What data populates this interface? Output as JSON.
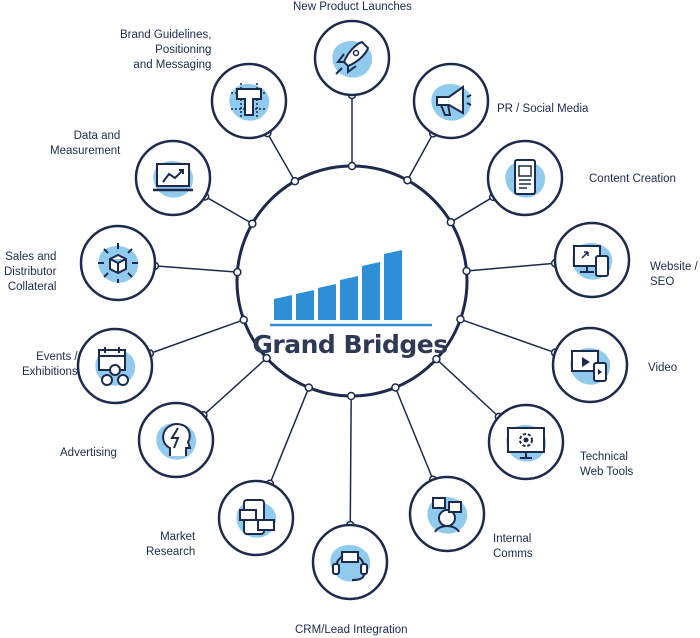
{
  "center": {
    "brand_name": "Grand Bridges",
    "colors": {
      "ring": "#1c2b4d",
      "accent": "#2e8fd6",
      "blob": "#7cc1ea",
      "text": "#2e3a55"
    }
  },
  "services": [
    {
      "id": "new-product-launches",
      "label": "New Product Launches",
      "icon": "rocket-icon"
    },
    {
      "id": "pr-social-media",
      "label": "PR / Social Media",
      "icon": "megaphone-icon"
    },
    {
      "id": "content-creation",
      "label": "Content Creation",
      "icon": "tablet-layout-icon"
    },
    {
      "id": "website-seo",
      "label": "Website /\nSEO",
      "icon": "devices-icon"
    },
    {
      "id": "video",
      "label": "Video",
      "icon": "video-player-icon"
    },
    {
      "id": "technical-web-tools",
      "label": "Technical\nWeb Tools",
      "icon": "gear-monitor-icon"
    },
    {
      "id": "internal-comms",
      "label": "Internal\nComms",
      "icon": "team-chat-icon"
    },
    {
      "id": "crm-lead-integration",
      "label": "CRM/Lead Integration",
      "icon": "headset-chat-icon"
    },
    {
      "id": "market-research",
      "label": "Market\nResearch",
      "icon": "phone-chat-icon"
    },
    {
      "id": "advertising",
      "label": "Advertising",
      "icon": "brain-head-icon"
    },
    {
      "id": "events-exhibitions",
      "label": "Events /\nExhibitions",
      "icon": "calendar-people-icon"
    },
    {
      "id": "sales-distributor-collateral",
      "label": "Sales and\nDistributor\nCollateral",
      "icon": "cube-arrows-icon"
    },
    {
      "id": "data-measurement",
      "label": "Data and\nMeasurement",
      "icon": "laptop-chart-icon"
    },
    {
      "id": "brand-guidelines",
      "label": "Brand Guidelines,\nPositioning\nand Messaging",
      "icon": "layout-guides-icon"
    }
  ]
}
